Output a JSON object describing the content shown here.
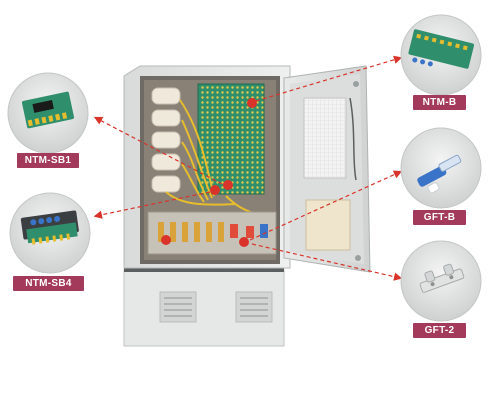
{
  "colors": {
    "label_bg": "#a43a5b",
    "arrow": "#d9332a",
    "cabinet": "#e3e5e4",
    "panel_green": "#2f8f6d",
    "fiber_yellow": "#e6bd2c"
  },
  "callouts": [
    {
      "id": "ntm-sb1",
      "label": "NTM-SB1"
    },
    {
      "id": "ntm-sb4",
      "label": "NTM-SB4"
    },
    {
      "id": "ntm-b",
      "label": "NTM-B"
    },
    {
      "id": "gft-b",
      "label": "GFT-B"
    },
    {
      "id": "gft-2",
      "label": "GFT-2"
    }
  ]
}
